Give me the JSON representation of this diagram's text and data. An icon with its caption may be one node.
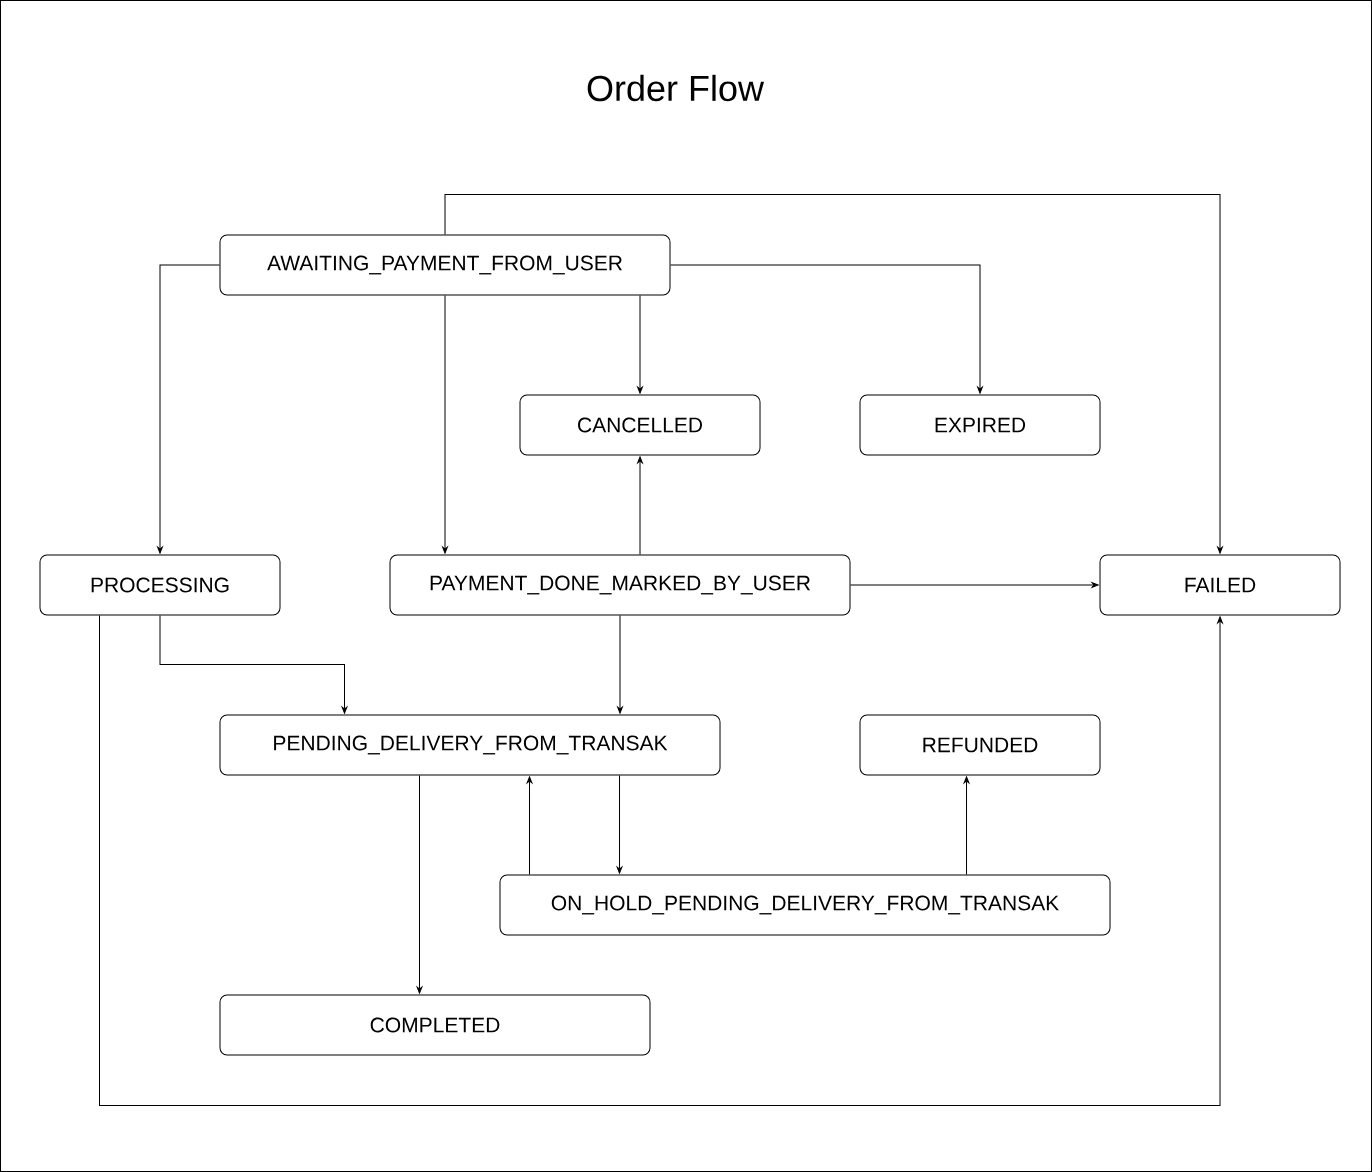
{
  "diagram": {
    "title": "Order Flow",
    "nodes": [
      {
        "text": [
          "AWAITING_PAYMENT_FROM_USER"
        ]
      },
      {
        "text": [
          "CANCELLED"
        ]
      },
      {
        "text": [
          "EXPIRED"
        ]
      },
      {
        "text": [
          "PROCESSING"
        ]
      },
      {
        "text": [
          "PAYMENT_DONE_MARKED_BY_USER"
        ]
      },
      {
        "text": [
          "FAILED"
        ]
      },
      {
        "text": [
          "PENDING_DELIVERY_FROM_TRANSAK"
        ]
      },
      {
        "text": [
          "REFUNDED"
        ]
      },
      {
        "text": [
          "ON_HOLD_PENDING_DELIVERY_FROM_TRANSAK"
        ]
      },
      {
        "text": [
          "COMPLETED"
        ]
      }
    ],
    "edges": [
      {
        "from": 0,
        "to": 5,
        "arrow": "to"
      },
      {
        "from": 0,
        "to": 3,
        "arrow": "to"
      },
      {
        "from": 0,
        "to": 4,
        "arrow": "to"
      },
      {
        "from": 0,
        "to": 1,
        "arrow": "to"
      },
      {
        "from": 0,
        "to": 2,
        "arrow": "to"
      },
      {
        "from": 4,
        "to": 1,
        "arrow": "to"
      },
      {
        "from": 4,
        "to": 5,
        "arrow": "to"
      },
      {
        "from": 4,
        "to": 6,
        "arrow": "to"
      },
      {
        "from": 3,
        "to": 6,
        "arrow": "to"
      },
      {
        "from": 3,
        "to": 5,
        "arrow": "to"
      },
      {
        "from": 6,
        "to": 8,
        "arrow": "to"
      },
      {
        "from": 8,
        "to": 6,
        "arrow": "to"
      },
      {
        "from": 8,
        "to": 7,
        "arrow": "to"
      },
      {
        "from": 6,
        "to": 9,
        "arrow": "to"
      }
    ]
  }
}
